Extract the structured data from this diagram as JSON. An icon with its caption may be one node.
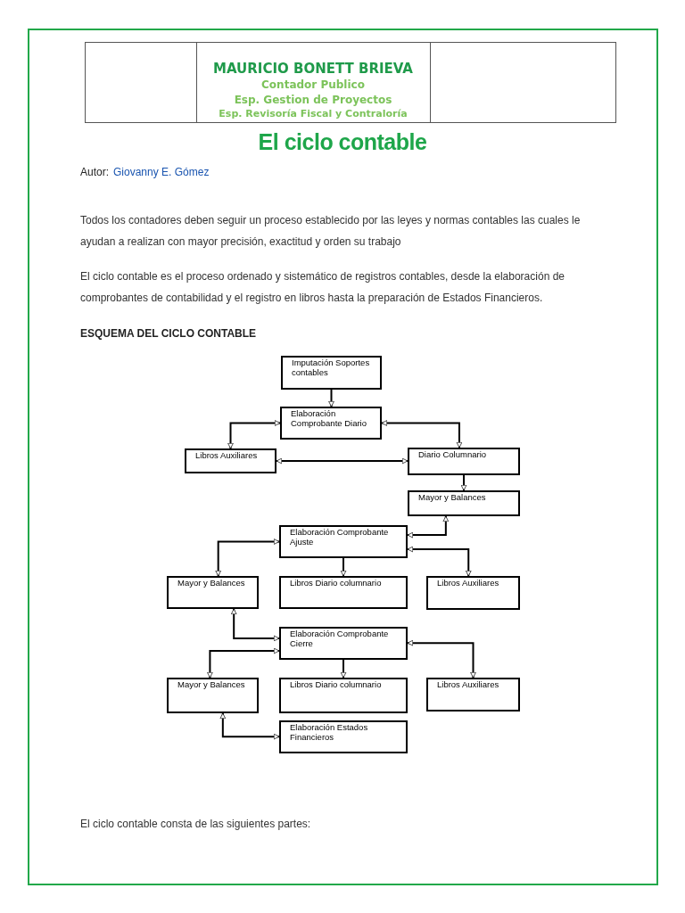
{
  "diagram": {
    "title": "El ciclo contable",
    "nodes": [
      {
        "text": [
          "Imputación Soportes contables"
        ]
      },
      {
        "text": [
          "Elaboración Comprobante Diario"
        ]
      },
      {
        "text": [
          "Libros Auxiliares"
        ]
      },
      {
        "text": [
          "Diario Columnario"
        ]
      },
      {
        "text": [
          "Mayor y Balances"
        ]
      },
      {
        "text": [
          "Elaboración Comprobante Ajuste"
        ]
      },
      {
        "text": [
          "Mayor y Balances"
        ]
      },
      {
        "text": [
          "Libros Diario columnario"
        ]
      },
      {
        "text": [
          "Libros Auxiliares"
        ]
      },
      {
        "text": [
          "Elaboración Comprobante Cierre"
        ]
      },
      {
        "text": [
          "Mayor y Balances"
        ]
      },
      {
        "text": [
          "Libros Diario columnario"
        ]
      },
      {
        "text": [
          "Libros Auxiliares"
        ]
      },
      {
        "text": [
          "Elaboración Estados Financieros"
        ]
      }
    ],
    "edges": [
      {
        "from": 0,
        "to": 1,
        "arrow": "to"
      },
      {
        "from": 1,
        "to": 2,
        "arrow": "both"
      },
      {
        "from": 1,
        "to": 3,
        "arrow": "both"
      },
      {
        "from": 2,
        "to": 3,
        "arrow": "both"
      },
      {
        "from": 3,
        "to": 4,
        "arrow": "to"
      },
      {
        "from": 4,
        "to": 5,
        "arrow": "both"
      },
      {
        "from": 5,
        "to": 6,
        "arrow": "both"
      },
      {
        "from": 5,
        "to": 7,
        "arrow": "to"
      },
      {
        "from": 5,
        "to": 8,
        "arrow": "both"
      },
      {
        "from": 6,
        "to": 9,
        "arrow": "both"
      },
      {
        "from": 9,
        "to": 10,
        "arrow": "both"
      },
      {
        "from": 9,
        "to": 11,
        "arrow": "to"
      },
      {
        "from": 9,
        "to": 12,
        "arrow": "both"
      },
      {
        "from": 10,
        "to": 13,
        "arrow": "both"
      }
    ],
    "labels": [
      "MAURICIO BONETT BRIEVA",
      "Contador Publico",
      "Esp. Gestion de Proyectos",
      "Esp. Revisoría Fiscal y Contraloría",
      "Autor:",
      "Giovanny E. Gómez",
      "Todos los contadores deben seguir un proceso establecido por las leyes y normas contables las cuales le ayudan a realizan con mayor precisión, exactitud y orden su trabajo",
      "El ciclo contable es el proceso ordenado y sistemático de registros contables, desde la elaboración de comprobantes de contabilidad y el registro en libros hasta la preparación de Estados Financieros.",
      "ESQUEMA DEL CICLO CONTABLE",
      "El ciclo contable consta de las siguientes partes:"
    ]
  }
}
